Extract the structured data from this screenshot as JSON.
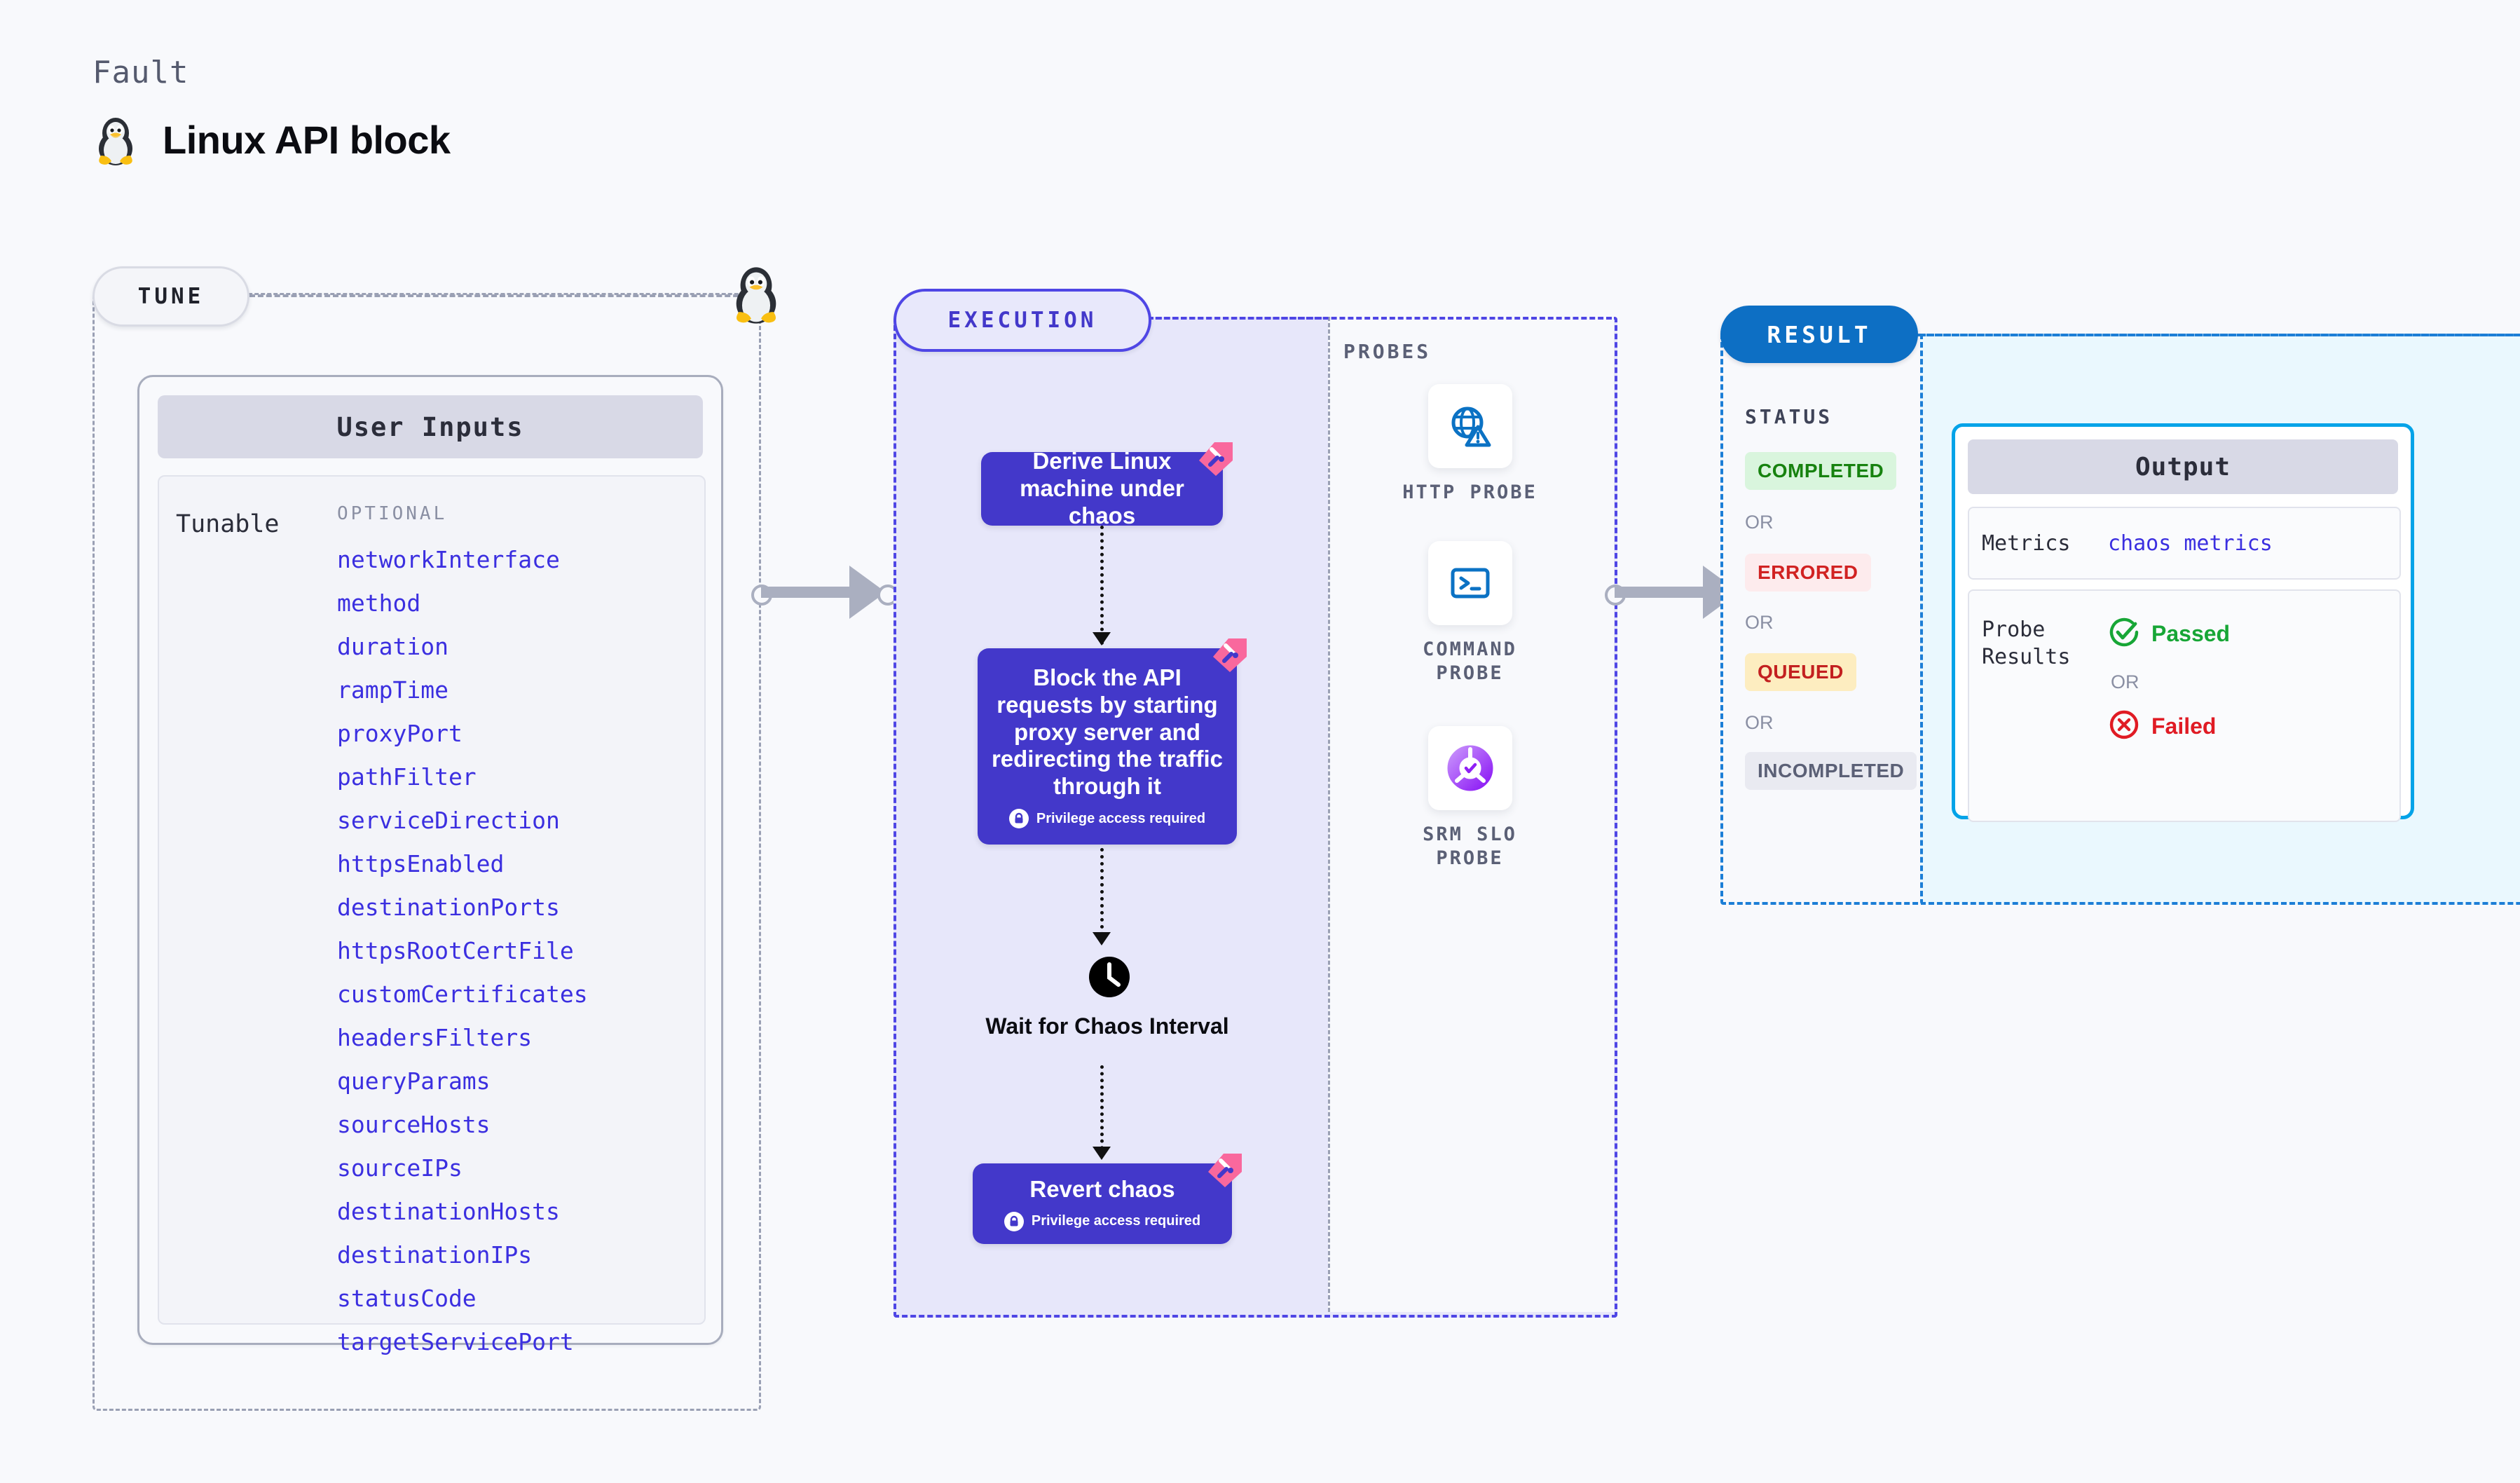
{
  "header": {
    "eyebrow": "Fault",
    "title": "Linux API block",
    "icon": "linux-penguin-icon"
  },
  "tune": {
    "stage_label": "TUNE",
    "card_title": "User Inputs",
    "group_label": "Tunable",
    "section_label": "OPTIONAL",
    "params": [
      "networkInterface",
      "method",
      "duration",
      "rampTime",
      "proxyPort",
      "pathFilter",
      "serviceDirection",
      "httpsEnabled",
      "destinationPorts",
      "httpsRootCertFile",
      "customCertificates",
      "headersFilters",
      "queryParams",
      "sourceHosts",
      "sourceIPs",
      "destinationHosts",
      "destinationIPs",
      "statusCode",
      "targetServicePort"
    ]
  },
  "execution": {
    "stage_label": "EXECUTION",
    "nodes": [
      {
        "text": "Derive Linux machine under chaos",
        "privilege": null,
        "chaos_badge": true
      },
      {
        "text": "Block the API requests by starting proxy server and redirecting the traffic through it",
        "privilege": "Privilege access required",
        "chaos_badge": true
      },
      {
        "text": "Revert chaos",
        "privilege": "Privilege access required",
        "chaos_badge": true
      }
    ],
    "wait_step": {
      "icon": "clock-icon",
      "label": "Wait for Chaos Interval"
    }
  },
  "probes": {
    "label": "PROBES",
    "items": [
      {
        "icon": "globe-warning-icon",
        "caption": "HTTP PROBE"
      },
      {
        "icon": "terminal-icon",
        "caption": "COMMAND\nPROBE"
      },
      {
        "icon": "slo-donut-check-icon",
        "caption": "SRM SLO\nPROBE"
      }
    ]
  },
  "result": {
    "stage_label": "RESULT",
    "status_label": "STATUS",
    "or_label": "OR",
    "statuses": [
      {
        "label": "COMPLETED",
        "bg": "#d9f5dd",
        "fg": "#17820f"
      },
      {
        "label": "ERRORED",
        "bg": "#fdebed",
        "fg": "#d12222"
      },
      {
        "label": "QUEUED",
        "bg": "#fdedc0",
        "fg": "#c32020"
      },
      {
        "label": "INCOMPLETED",
        "bg": "#e9eaf1",
        "fg": "#5b6076"
      }
    ],
    "output": {
      "title": "Output",
      "metrics_key": "Metrics",
      "metrics_value": "chaos metrics",
      "probe_results_key": "Probe\nResults",
      "passed_label": "Passed",
      "failed_label": "Failed",
      "or_label": "OR",
      "passed_icon": "check-circle-icon",
      "failed_icon": "x-circle-icon"
    }
  },
  "colors": {
    "background": "#f8f9fc",
    "accent_indigo": "#4338ca",
    "accent_blue": "#0d6fc4",
    "accent_cyan": "#04a3e8",
    "param_blue": "#3b2fe0",
    "chaos_pink": "#f9689d",
    "pass_green": "#17a636",
    "fail_red": "#e01b24"
  }
}
